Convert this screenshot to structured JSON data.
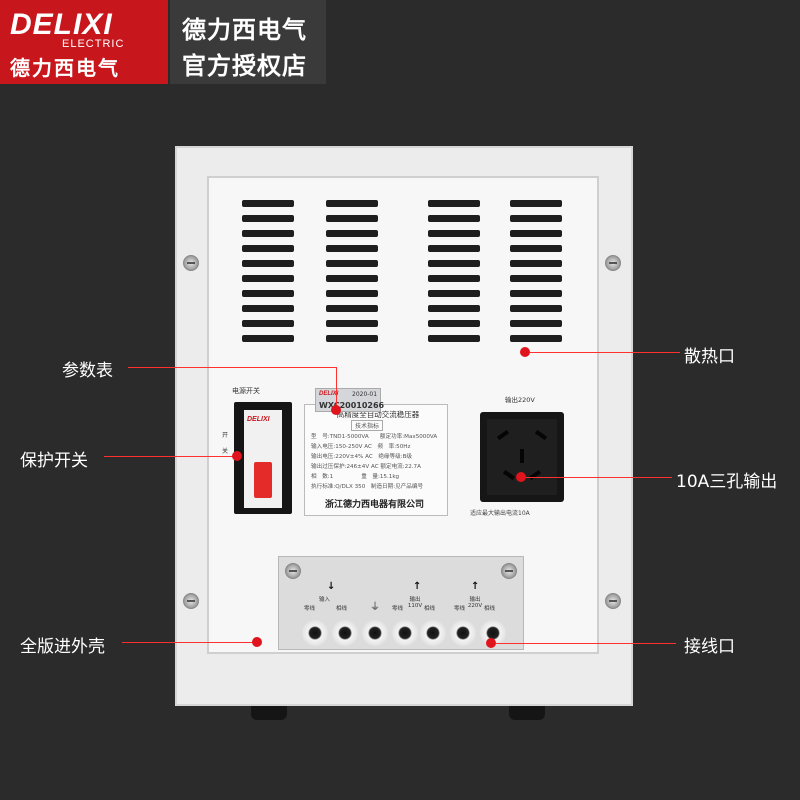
{
  "header": {
    "brand_logo": "DELIXI",
    "brand_sub": "ELECTRIC",
    "brand_cn": "德力西电气",
    "store_line1": "德力西电气",
    "store_line2": "官方授权店"
  },
  "device": {
    "breaker_label": "电源开关",
    "breaker_brand": "DELIXI",
    "breaker_marks": "开\n\n关",
    "serial_brand": "DELIXI",
    "serial_date": "2020-01",
    "serial_number": "WXC20010266",
    "plate_title": "高精度全自动交流稳压器",
    "plate_sub": "技术指标",
    "plate_rows": [
      "型　号:TND1-5000VA　　额定功率:Max5000VA",
      "输入电压:150-250V AC　频　率:50Hz",
      "输出电压:220V±4% AC　绝缘等级:B级",
      "输出过压保护:246±4V AC 额定电流:22.7A",
      "相　数:1　　　　　重　量:15.1kg",
      "执行标准:Q/DLX 350　制造日期:见产品编号"
    ],
    "plate_company": "浙江德力西电器有限公司",
    "output_label": "输出220V",
    "output_note": "适应最大输出电流10A",
    "terminal_groups": [
      {
        "title": "输入",
        "arrow": "↓"
      },
      {
        "title": "输出 110V",
        "arrow": "↑"
      },
      {
        "title": "输出 220V",
        "arrow": "↑"
      }
    ],
    "terminal_labels": [
      "零线",
      "相线",
      "⏚",
      "零线",
      "相线",
      "零线",
      "相线"
    ]
  },
  "callouts": {
    "param": "参数表",
    "protect": "保护开关",
    "shell": "全版进外壳",
    "heat": "散热口",
    "output": "10A三孔输出",
    "wiring": "接线口"
  },
  "colors": {
    "background": "#2b2b2b",
    "brand_red": "#c8161d",
    "callout_red": "#e0141c",
    "case": "#ececec"
  }
}
